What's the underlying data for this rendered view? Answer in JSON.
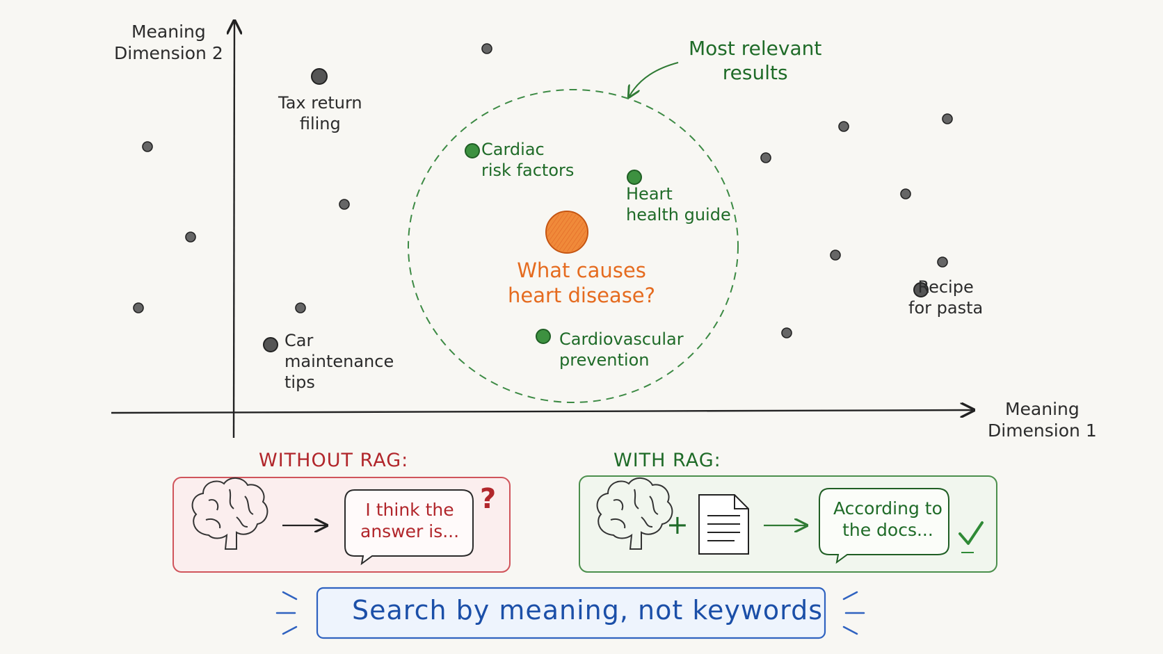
{
  "axes": {
    "y_label": "Meaning\nDimension 2",
    "x_label": "Meaning\nDimension 1"
  },
  "relevance": {
    "label": "Most relevant\nresults",
    "color": "#2f7a34"
  },
  "query": {
    "text": "What causes\nheart disease?",
    "color": "#f08a3a"
  },
  "documents": {
    "relevant": [
      {
        "label": "Cardiac\nrisk factors"
      },
      {
        "label": "Heart\nhealth guide"
      },
      {
        "label": "Cardiovascular\nprevention"
      }
    ],
    "other": [
      {
        "label": "Tax return\nfiling"
      },
      {
        "label": "Car\nmaintenance\ntips"
      },
      {
        "label": "Recipe\nfor pasta"
      }
    ]
  },
  "without_rag": {
    "title": "WITHOUT RAG:",
    "icon": "brain-icon",
    "bubble": "I think the\nanswer is...",
    "mark": "?",
    "color": "#c0392b"
  },
  "with_rag": {
    "title": "WITH RAG:",
    "icons": [
      "brain-icon",
      "plus-icon",
      "document-icon"
    ],
    "plus": "+",
    "bubble": "According to\nthe docs...",
    "color": "#2f7a34"
  },
  "banner": {
    "text": "Search by meaning, not keywords",
    "color": "#1b4fa8"
  }
}
